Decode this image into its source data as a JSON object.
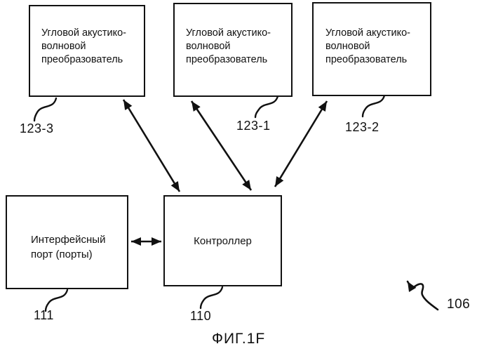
{
  "figure": {
    "caption": "ФИГ.1F",
    "system_ref": "106"
  },
  "boxes": {
    "transducer_left": {
      "label": "Угловой акустико-волновой преобразователь",
      "ref": "123-3"
    },
    "transducer_middle": {
      "label": "Угловой акустико-волновой преобразователь",
      "ref": "123-1"
    },
    "transducer_right": {
      "label": "Угловой акустико-волновой преобразователь",
      "ref": "123-2"
    },
    "interface_port": {
      "label": "Интерфейсный порт (порты)",
      "ref": "111"
    },
    "controller": {
      "label": "Контроллер",
      "ref": "110"
    }
  },
  "colors": {
    "ink": "#111111",
    "background": "#ffffff"
  }
}
